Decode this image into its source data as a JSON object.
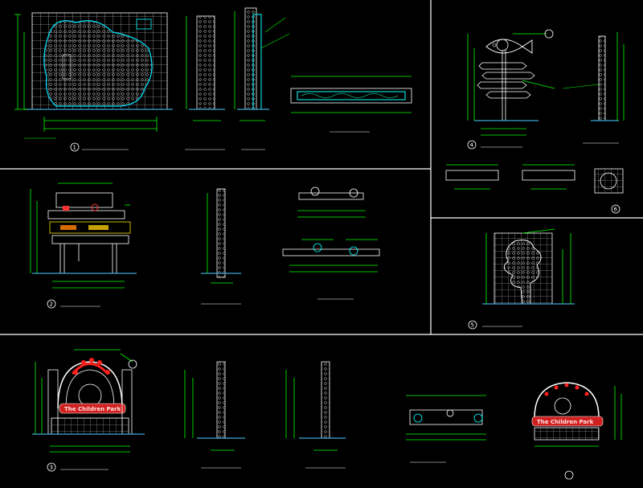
{
  "sheet": {
    "panel_1_caption": "",
    "panel_2_caption": "",
    "panel_3_caption": "",
    "panel_4_caption": "",
    "panel_5_caption": "",
    "panel_6_caption": "",
    "sign_text_front": "The Children Park",
    "sign_text_plan": "The Children Park",
    "circle_numbers": [
      "1",
      "2",
      "3",
      "4",
      "5",
      "6"
    ],
    "colors": {
      "background": "#000000",
      "line": "#ffffff",
      "dimension": "#00ff00",
      "accent": "#00ffff",
      "ground": "#3fa7d6",
      "highlight": "#ff2020",
      "wood": "#c8b400"
    }
  }
}
